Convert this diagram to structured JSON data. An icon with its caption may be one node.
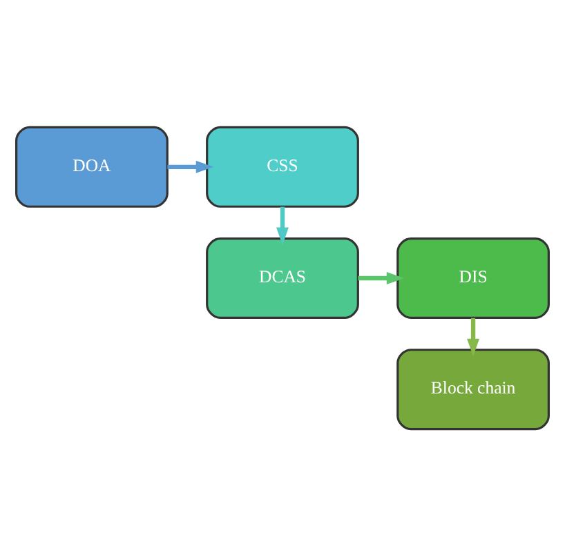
{
  "diagram": {
    "nodes": [
      {
        "text": [
          "DOA"
        ]
      },
      {
        "text": [
          "CSS"
        ]
      },
      {
        "text": [
          "DCAS"
        ]
      },
      {
        "text": [
          "DIS"
        ]
      },
      {
        "text": [
          "Block chain"
        ]
      }
    ],
    "edges": [
      {
        "from": 0,
        "to": 1,
        "arrow": "to",
        "color": "#5b9bd5"
      },
      {
        "from": 1,
        "to": 2,
        "arrow": "to",
        "color": "#4fc9c4"
      },
      {
        "from": 2,
        "to": 3,
        "arrow": "to",
        "color": "#5cc46a"
      },
      {
        "from": 3,
        "to": 4,
        "arrow": "to",
        "color": "#86b84a"
      }
    ]
  }
}
